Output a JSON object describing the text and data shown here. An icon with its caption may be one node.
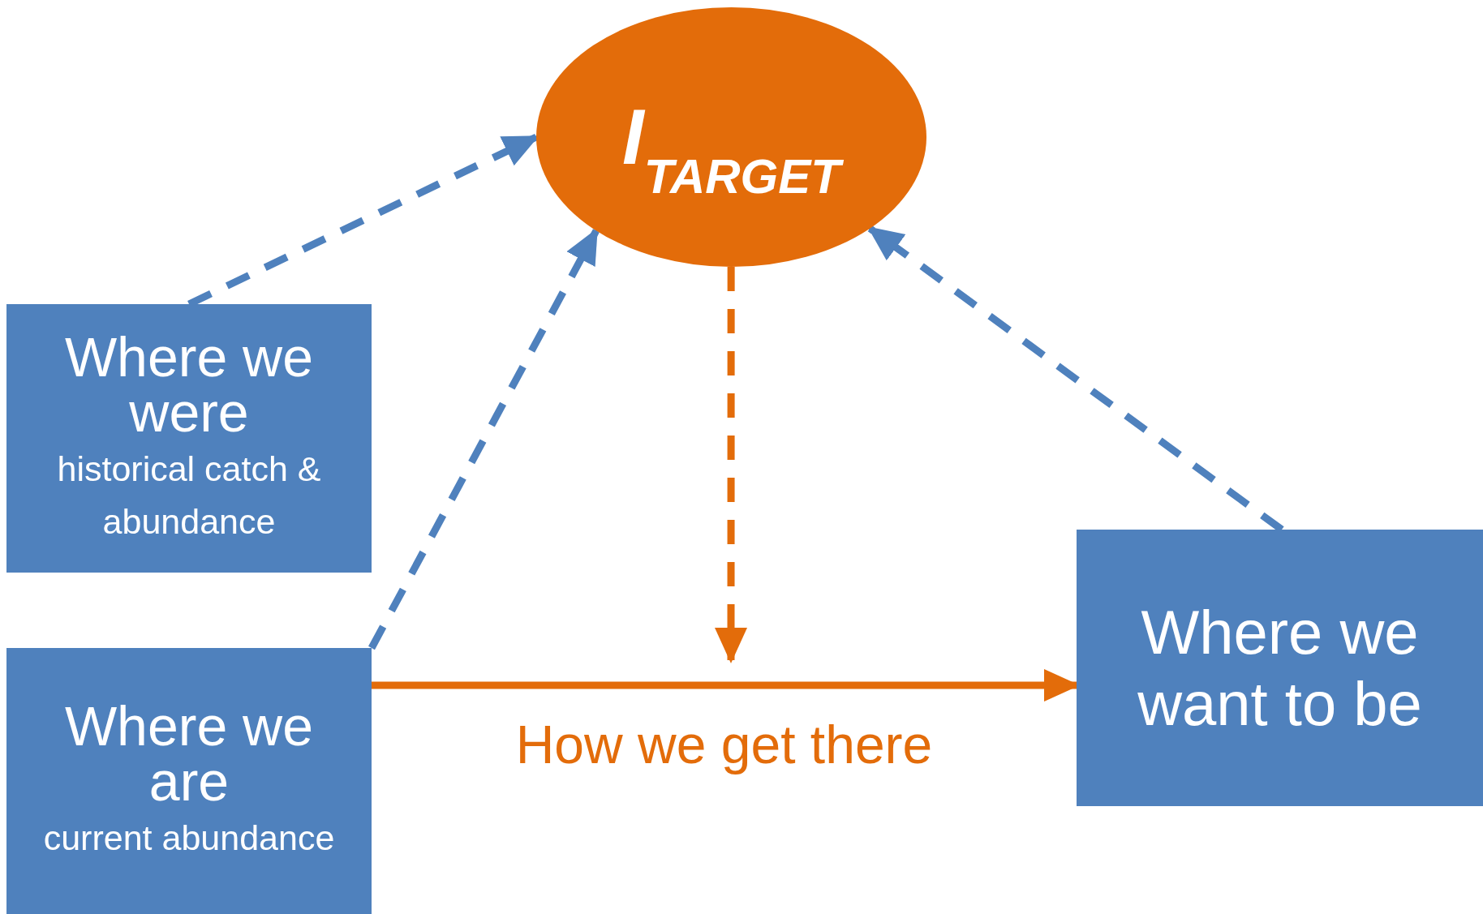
{
  "diagram": {
    "nodes": [
      {
        "text": [
          "I$_{TARGET}$"
        ]
      },
      {
        "text": [
          "Where we were",
          "historical catch & abundance"
        ]
      },
      {
        "text": [
          "Where we are",
          "current abundance"
        ]
      },
      {
        "text": [
          "Where we want to be"
        ]
      }
    ],
    "edges": [
      {
        "from": 1,
        "to": 0,
        "arrow": "to",
        "style": "dashed"
      },
      {
        "from": 2,
        "to": 0,
        "arrow": "to",
        "style": "dashed"
      },
      {
        "from": 3,
        "to": 0,
        "arrow": "to",
        "style": "dashed"
      },
      {
        "from": 0,
        "to": null,
        "arrow": "to",
        "style": "dashed",
        "color": "#e36c0a"
      },
      {
        "from": 2,
        "to": 3,
        "arrow": "to",
        "label": "How we get there",
        "color": "#e36c0a"
      }
    ]
  }
}
